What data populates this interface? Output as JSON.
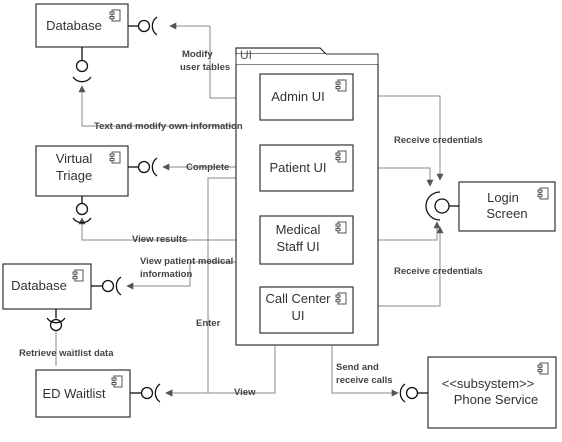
{
  "diagram": {
    "frame_title": "UI",
    "components": {
      "database_top": "Database",
      "virtual_triage": [
        "Virtual",
        "Triage"
      ],
      "database_left": "Database",
      "ed_waitlist": "ED Waitlist",
      "admin_ui": "Admin UI",
      "patient_ui": "Patient UI",
      "medical_staff_ui": [
        "Medical",
        "Staff UI"
      ],
      "call_center_ui": [
        "Call Center",
        "UI"
      ],
      "login_screen": [
        "Login",
        "Screen"
      ],
      "phone_service": [
        "<<subsystem>>",
        "Phone Service"
      ]
    },
    "labels": {
      "modify_user_tables": [
        "Modify",
        "user tables"
      ],
      "text_modify_own": "Text and modify own information",
      "complete": "Complete",
      "view_results": "View results",
      "view_patient_medical": [
        "View patient medical",
        "information"
      ],
      "enter": "Enter",
      "retrieve_waitlist": "Retrieve waitlist data",
      "view": "View",
      "send_receive_calls": [
        "Send and",
        "receive calls"
      ],
      "receive_credentials_1": "Receive credentials",
      "receive_credentials_2": "Receive credentials"
    }
  }
}
